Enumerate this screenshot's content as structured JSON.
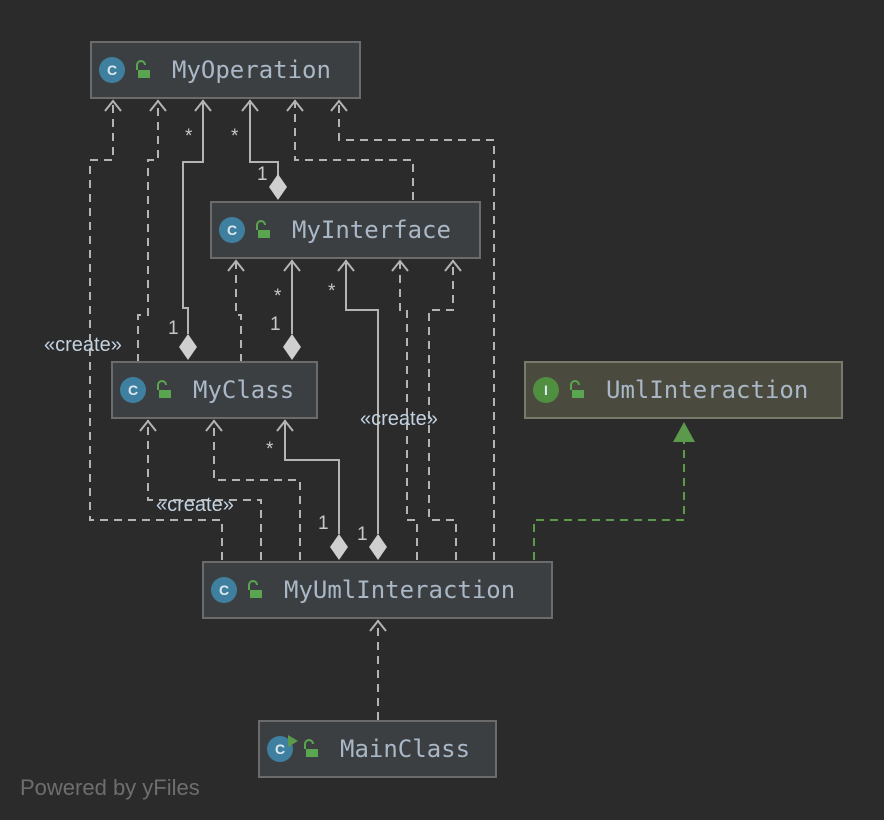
{
  "nodes": {
    "my_operation": {
      "name": "MyOperation",
      "kind": "class",
      "badge": "C"
    },
    "my_interface": {
      "name": "MyInterface",
      "kind": "class",
      "badge": "C"
    },
    "my_class": {
      "name": "MyClass",
      "kind": "class",
      "badge": "C"
    },
    "uml_interaction": {
      "name": "UmlInteraction",
      "kind": "interface",
      "badge": "I"
    },
    "my_uml_interaction": {
      "name": "MyUmlInteraction",
      "kind": "class",
      "badge": "C"
    },
    "main_class": {
      "name": "MainClass",
      "kind": "class",
      "badge": "C"
    }
  },
  "labels": {
    "create_left": "«create»",
    "create_middle": "«create»",
    "create_bottom": "«create»",
    "star": "*",
    "one": "1"
  },
  "footer": "Powered by yFiles",
  "colors": {
    "background": "#2b2b2b",
    "node_fill": "#3c3f41",
    "interface_fill": "#4a4a3f",
    "edge": "#b4b4b4",
    "implements": "#5b9a4b",
    "class_badge": "#3f80a0",
    "interface_badge": "#4f8f3f"
  }
}
